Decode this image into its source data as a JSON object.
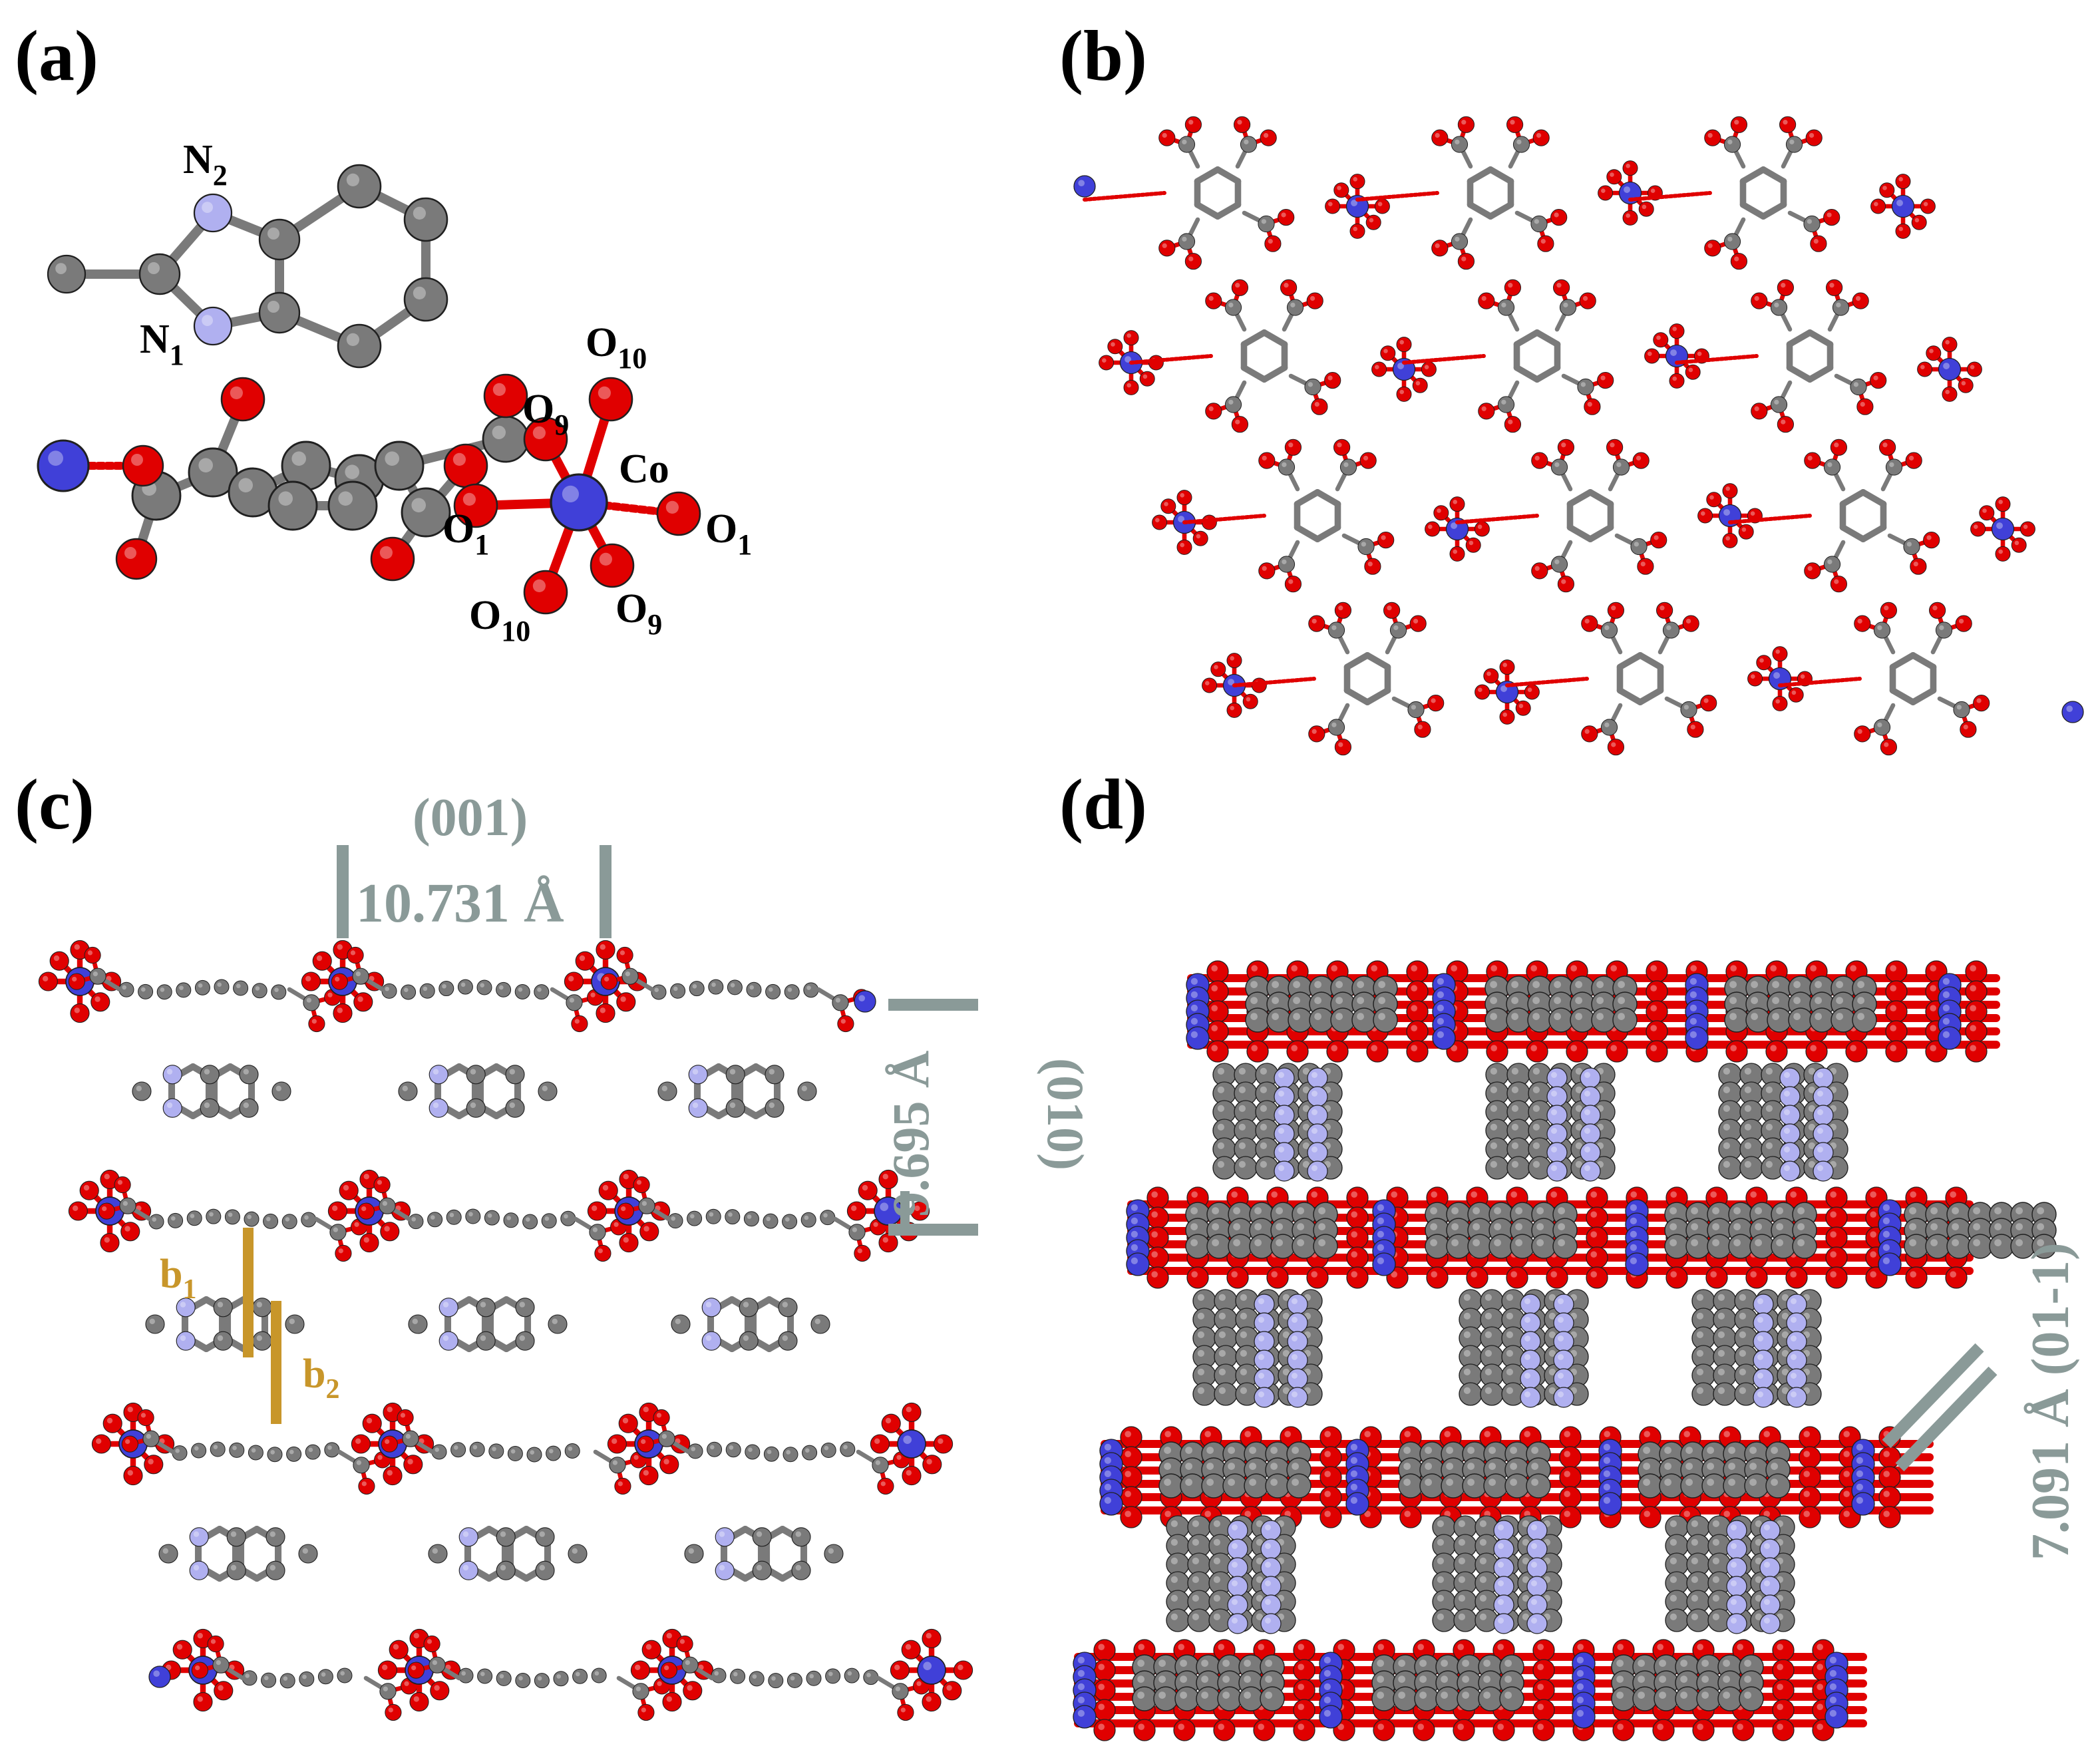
{
  "panels": {
    "a": "(a)",
    "b": "(b)",
    "c": "(c)",
    "d": "(d)"
  },
  "panel_a": {
    "atoms": [
      {
        "base": "N",
        "sub": "2"
      },
      {
        "base": "N",
        "sub": "1"
      },
      {
        "base": "O",
        "sub": "10"
      },
      {
        "base": "O",
        "sub": "9"
      },
      {
        "base": "Co",
        "sub": ""
      },
      {
        "base": "O",
        "sub": "1"
      },
      {
        "base": "O",
        "sub": "1"
      },
      {
        "base": "O",
        "sub": "10"
      },
      {
        "base": "O",
        "sub": "9"
      }
    ]
  },
  "panel_c": {
    "plane_001": "(001)",
    "dist_001": "10.731 Å",
    "dist_010": "9.695 Å",
    "plane_010": "(010)",
    "b1": {
      "base": "b",
      "sub": "1"
    },
    "b2": {
      "base": "b",
      "sub": "2"
    }
  },
  "panel_d": {
    "label_01m1": "7.091 Å (01-1)"
  },
  "colors": {
    "carbon": "#7a7a7a",
    "oxygen": "#e00000",
    "cobalt": "#4040d8",
    "nitrogen": "#b0b0f0",
    "measure": "#8a9a98",
    "stacking": "#c8962a",
    "text": "#000000"
  }
}
